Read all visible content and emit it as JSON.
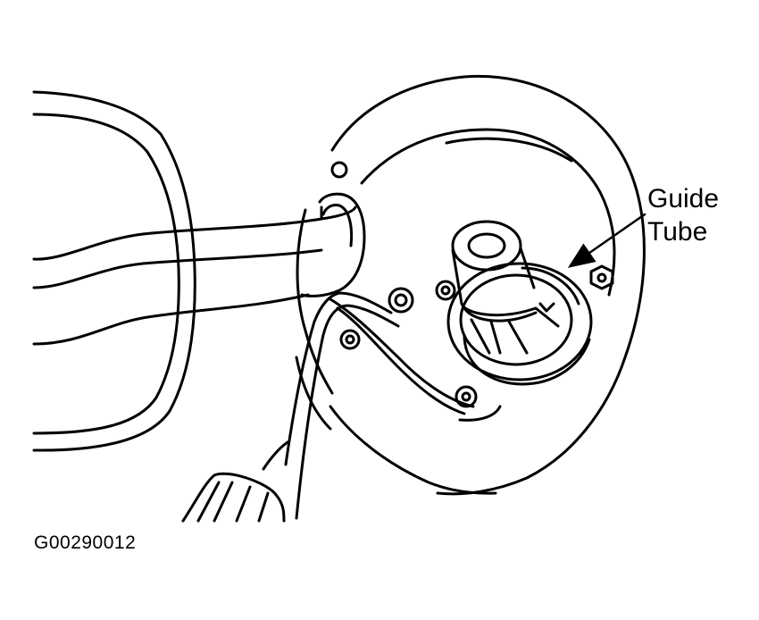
{
  "callout": {
    "line1": "Guide",
    "line2": "Tube"
  },
  "figure_id": "G00290012",
  "colors": {
    "ink": "#000000",
    "paper": "#ffffff"
  }
}
